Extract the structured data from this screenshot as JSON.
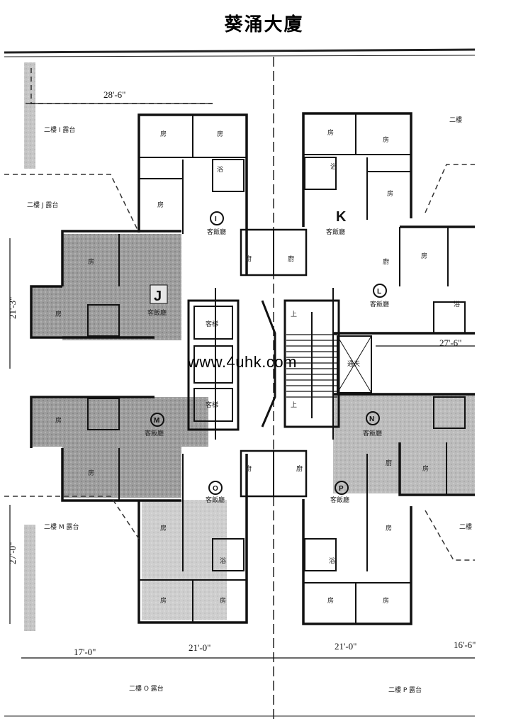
{
  "title": "葵涌大廈",
  "watermark": "www.4uhk.com",
  "dimensions": [
    "28'-6\"",
    "21'-3\"",
    "27'-0\"",
    "17'-0\"",
    "21'-0\"",
    "21'-0\"",
    "16'-6\"",
    "27'-6\""
  ],
  "units": [
    {
      "label": "J"
    },
    {
      "label": "K"
    }
  ],
  "unit_circles": [
    "I",
    "L",
    "M",
    "N",
    "O",
    "P"
  ],
  "room_labels": {
    "bedroom": "房",
    "bath": "浴",
    "kitchen": "廚",
    "living": "客飯廳",
    "lift": "客梯",
    "up": "上",
    "light_well": "通天"
  },
  "balconies": [
    {
      "text": "二樓 I 露台"
    },
    {
      "text": "二樓 J 露台"
    },
    {
      "text": "二樓 M 露台"
    },
    {
      "text": "二樓 O 露台"
    },
    {
      "text": "二樓 P 露台"
    },
    {
      "text": "二樓"
    },
    {
      "text": "二樓"
    }
  ]
}
